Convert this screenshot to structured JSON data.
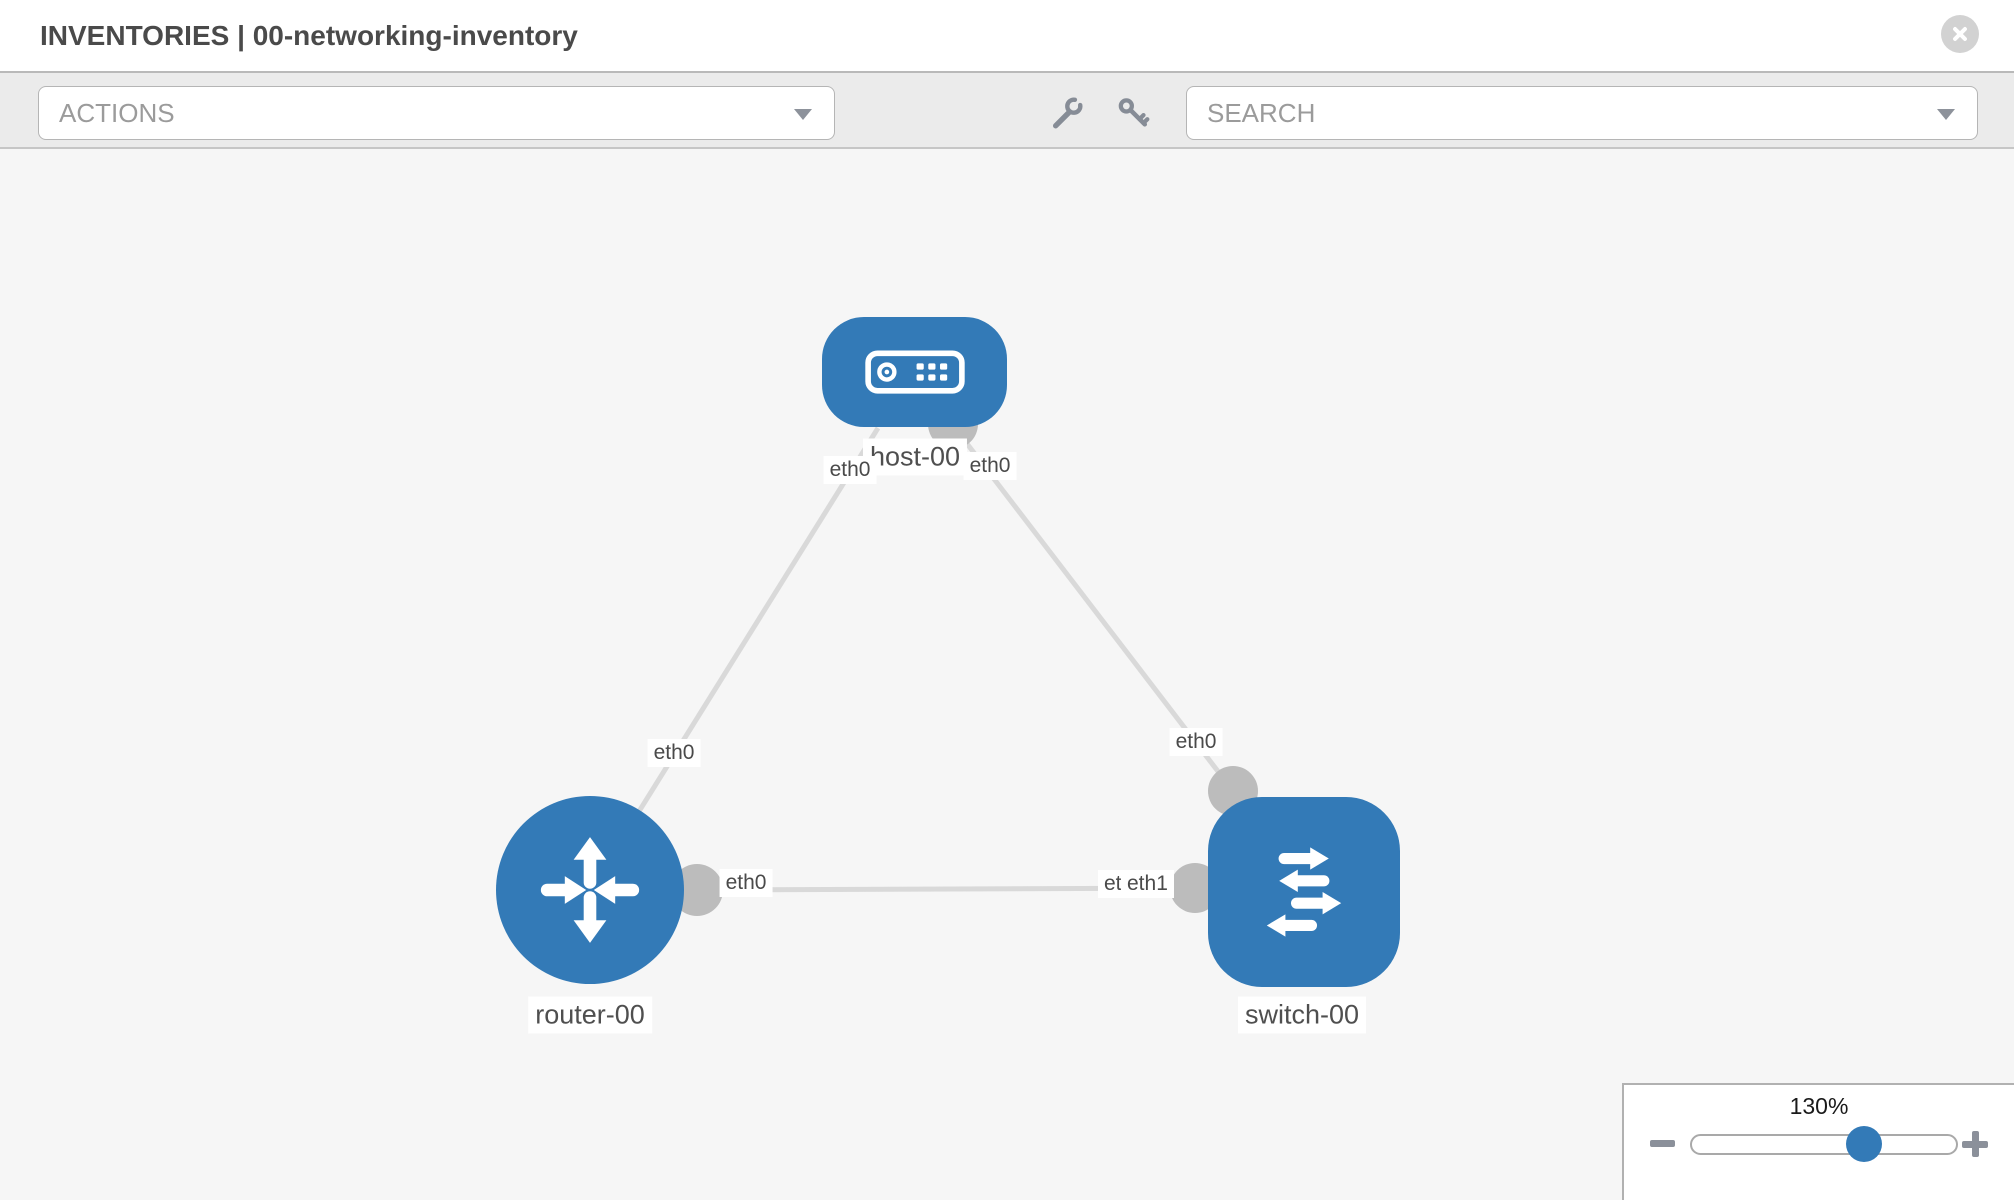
{
  "header": {
    "title": "INVENTORIES | 00-networking-inventory"
  },
  "toolbar": {
    "actions_label": "ACTIONS",
    "search_label": "SEARCH",
    "icons": [
      "wrench-icon",
      "key-icon"
    ]
  },
  "topology": {
    "nodes": [
      {
        "id": "host-00",
        "label": "host-00",
        "type": "host",
        "shape": "rounded-rect"
      },
      {
        "id": "router-00",
        "label": "router-00",
        "type": "router",
        "shape": "circle"
      },
      {
        "id": "switch-00",
        "label": "switch-00",
        "type": "switch",
        "shape": "rounded-square"
      }
    ],
    "links": [
      {
        "from": "host-00",
        "from_iface": "eth0",
        "to": "router-00",
        "to_iface": "eth0"
      },
      {
        "from": "host-00",
        "from_iface": "eth0",
        "to": "switch-00",
        "to_iface": "eth0"
      },
      {
        "from": "router-00",
        "from_iface": "eth0",
        "to": "switch-00",
        "to_iface": "eth1"
      }
    ],
    "iface_labels": {
      "host_left": "eth0",
      "host_right": "eth0",
      "link_host_router_mid": "eth0",
      "link_host_switch_mid": "eth0",
      "router_side": "eth0",
      "switch_side_back": "eth0",
      "switch_side_front": "eth1"
    }
  },
  "zoom_control": {
    "level": "130%",
    "minus_icon": "minus",
    "plus_icon": "plus"
  },
  "colors": {
    "node_blue": "#337ab7",
    "link_gray": "#d9d9d9",
    "connector_gray": "#bcbcbc",
    "toolbar_bg": "#ebebeb",
    "canvas_bg": "#f6f6f6",
    "title_text": "#4a4a4a"
  }
}
